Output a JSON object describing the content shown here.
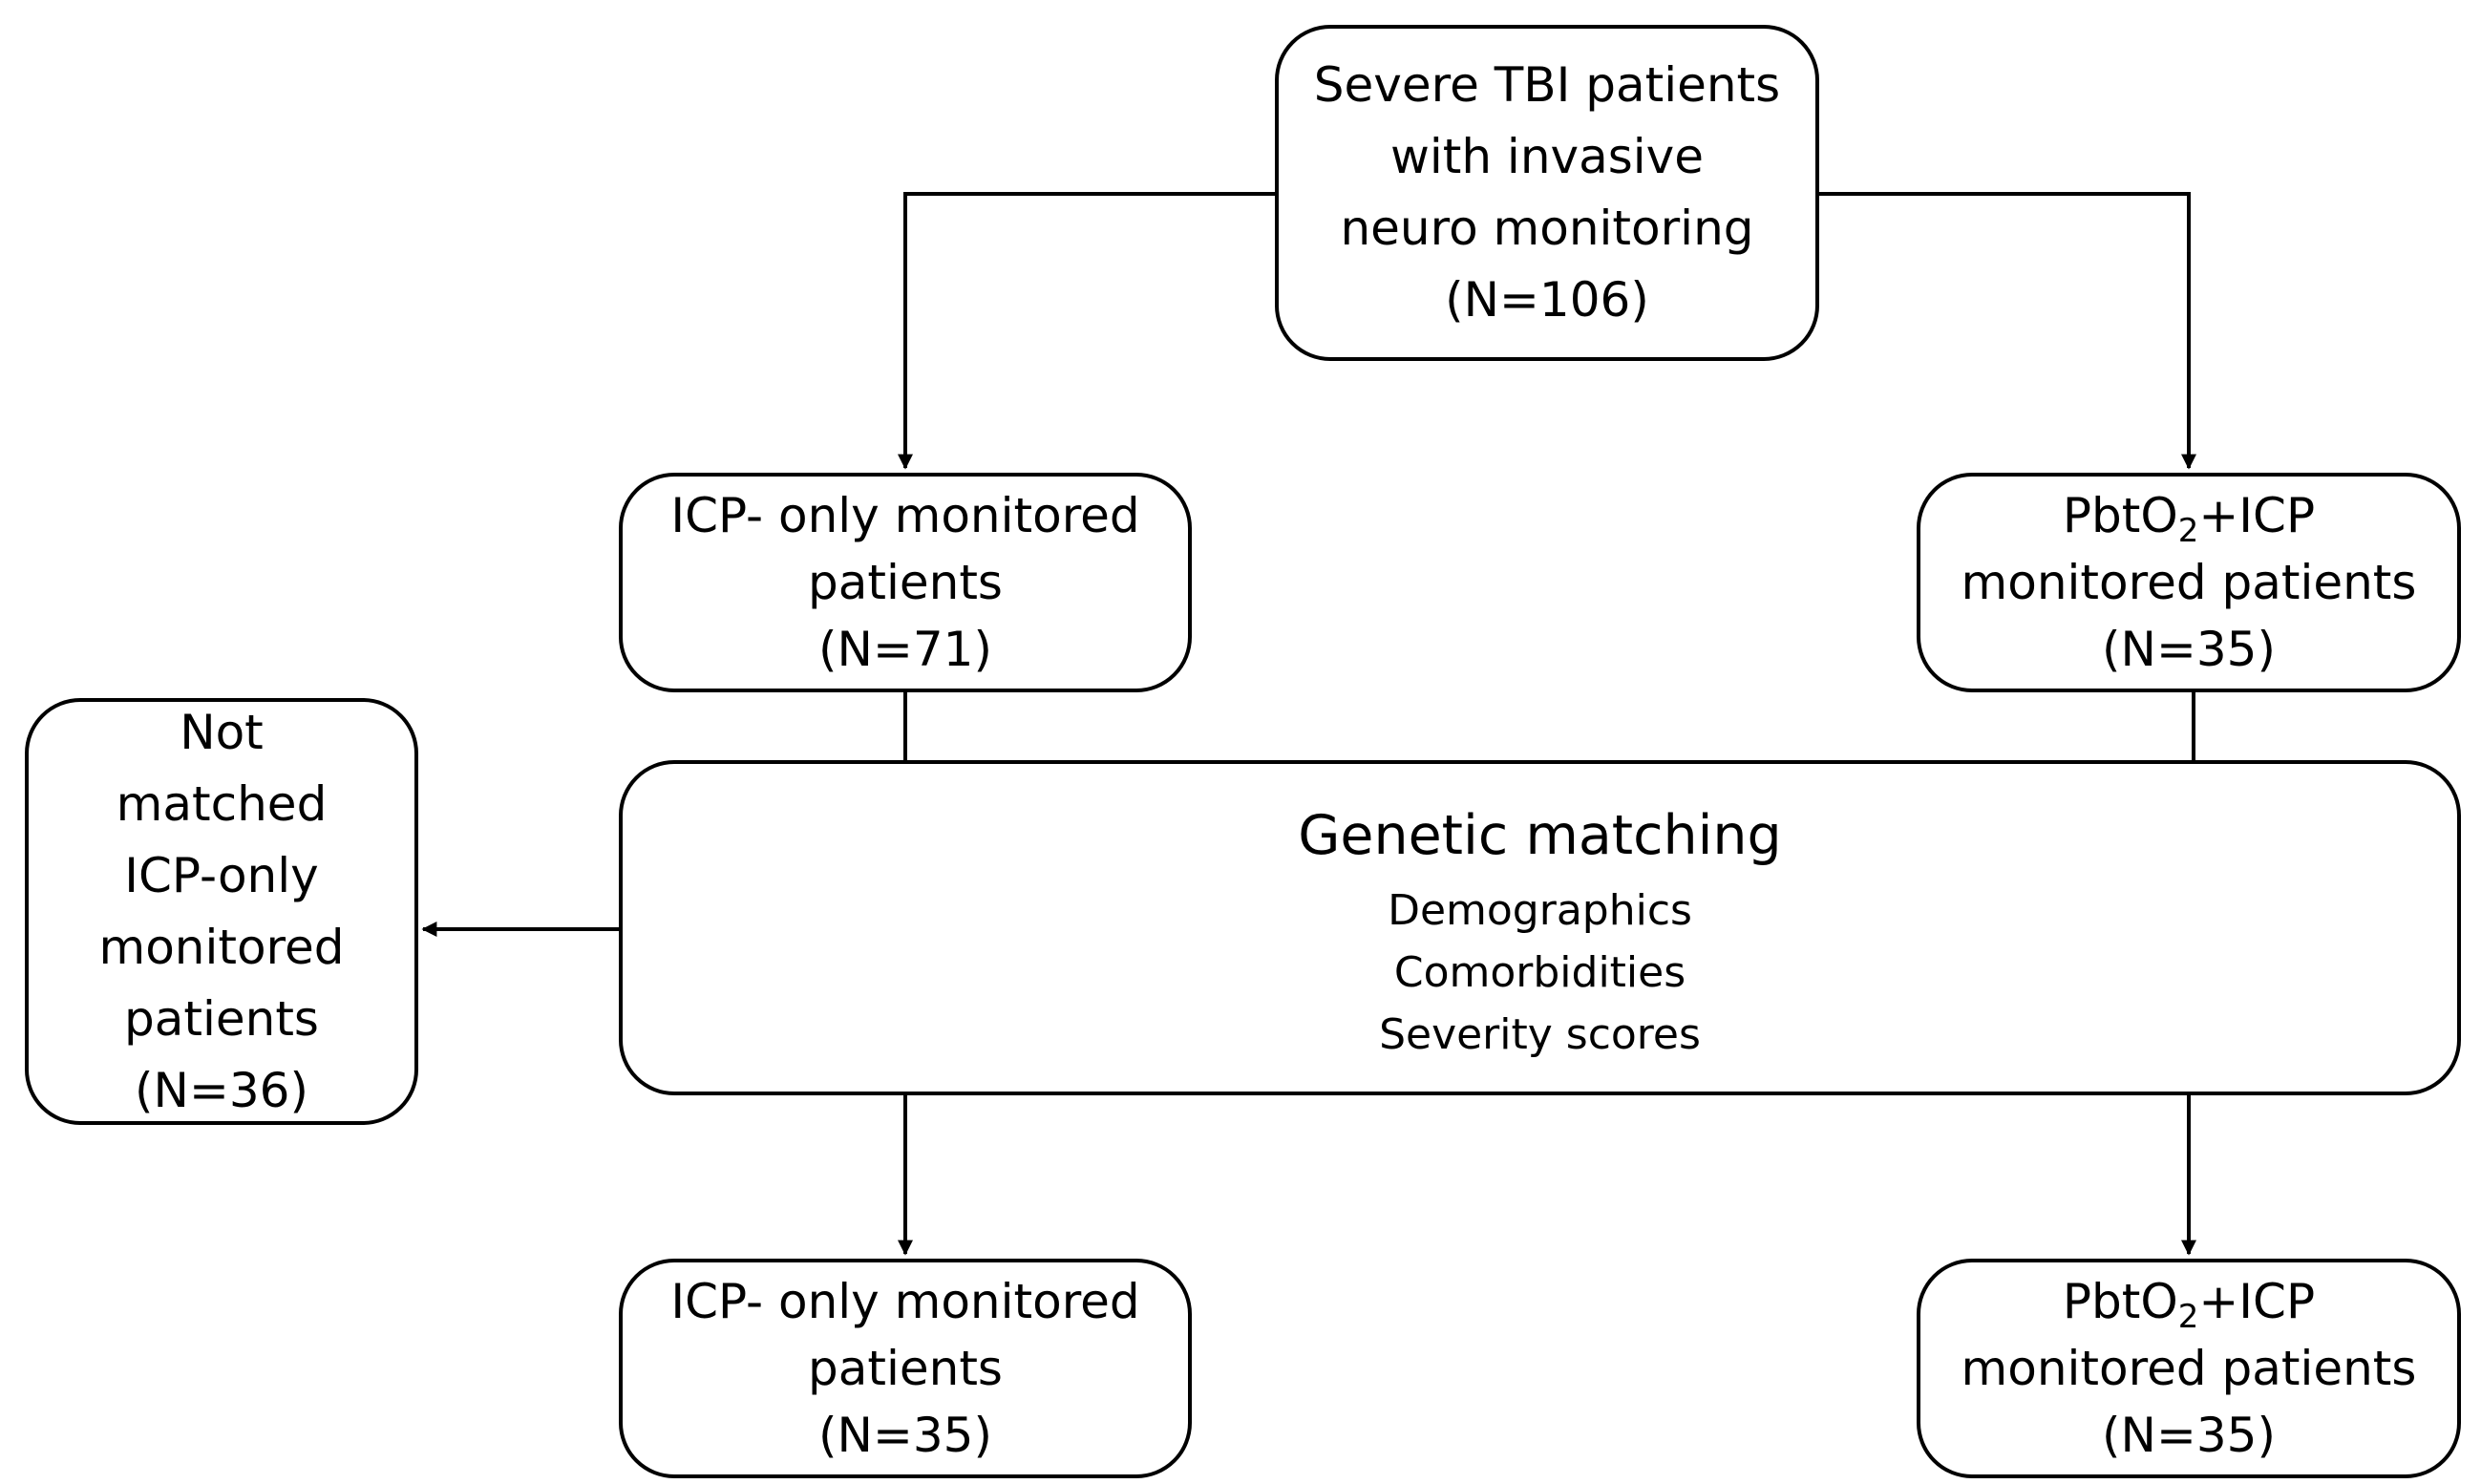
{
  "diagram": {
    "source": {
      "lines": [
        "Severe TBI patients",
        "with invasive",
        "neuro monitoring",
        "(N=106)"
      ]
    },
    "icp_only": {
      "lines": [
        "ICP- only monitored",
        "patients",
        "(N=71)"
      ]
    },
    "pbto2_icp": {
      "main": "PbtO",
      "sub": "2",
      "suffix": "+ICP",
      "lines": [
        "monitored patients",
        "(N=35)"
      ]
    },
    "not_matched": {
      "lines": [
        "Not",
        "matched",
        "ICP-only",
        "monitored",
        "patients",
        "(N=36)"
      ]
    },
    "matching": {
      "title": "Genetic matching",
      "criteria": [
        "Demographics",
        "Comorbidities",
        "Severity scores"
      ]
    },
    "icp_only_matched": {
      "lines": [
        "ICP- only monitored",
        "patients",
        "(N=35)"
      ]
    },
    "pbto2_icp_matched": {
      "main": "PbtO",
      "sub": "2",
      "suffix": "+ICP",
      "lines": [
        "monitored patients",
        "(N=35)"
      ]
    }
  },
  "colors": {
    "stroke": "#000000",
    "fill": "#ffffff"
  }
}
